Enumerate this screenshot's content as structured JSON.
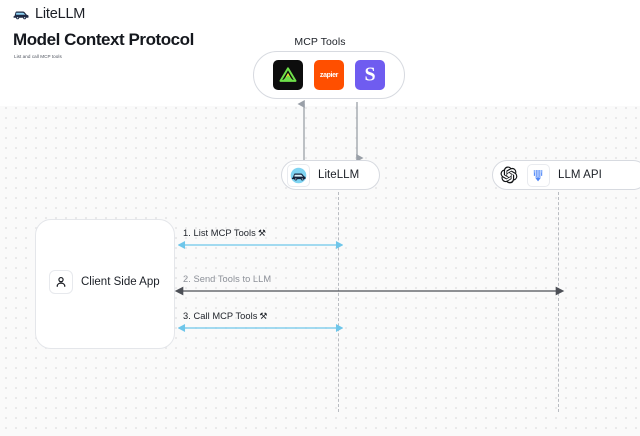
{
  "brand": {
    "name": "LiteLLM",
    "logo_icon": "litellm-car-logo"
  },
  "header": {
    "title": "Model Context Protocol",
    "subtitle": "List and call MCP tools"
  },
  "diagram": {
    "type": "sequence-diagram",
    "mcp_group": {
      "label": "MCP Tools",
      "tools": [
        {
          "id": "tool-1",
          "name": "dark-triangle-tool",
          "icon": "triangle-glyph",
          "bg": "#0d0d0d",
          "fg": "#8ee04e"
        },
        {
          "id": "tool-2",
          "name": "zapier",
          "icon": "zapier-wordmark",
          "label": "zapier",
          "bg": "#ff4f00",
          "fg": "#ffffff"
        },
        {
          "id": "tool-3",
          "name": "slack-s",
          "icon": "letter-s-glyph",
          "label": "S",
          "bg": "#6f5cf0",
          "fg": "#ffffff"
        }
      ]
    },
    "nodes": [
      {
        "id": "litellm",
        "label": "LiteLLM",
        "icons": [
          "litellm-car-logo"
        ]
      },
      {
        "id": "llm-api",
        "label": "LLM API",
        "icons": [
          "openai-logo",
          "gemini-logo"
        ]
      },
      {
        "id": "client-app",
        "label": "Client Side App",
        "icons": [
          "user-person-icon"
        ]
      }
    ],
    "messages": [
      {
        "index": "1.",
        "text": "1. List MCP Tools",
        "emoji": "⚒",
        "color": "#6ec6ea",
        "direction": "bidirectional",
        "from": "client-app",
        "to": "litellm"
      },
      {
        "index": "2.",
        "text": "2. Send Tools to LLM",
        "emoji": "",
        "color": "#4c4f56",
        "direction": "bidirectional",
        "from": "client-app",
        "to": "llm-api"
      },
      {
        "index": "3.",
        "text": "3. Call MCP Tools",
        "emoji": "⚒",
        "color": "#6ec6ea",
        "direction": "bidirectional",
        "from": "client-app",
        "to": "litellm"
      }
    ],
    "connectors": [
      {
        "id": "tools-to-litellm-up",
        "direction": "up",
        "color": "#9aa0a8"
      },
      {
        "id": "litellm-to-tools-down",
        "direction": "down",
        "color": "#9aa0a8"
      }
    ],
    "colors": {
      "canvas_bg": "#fafafa",
      "grid_dot": "#e3e3e5",
      "accent_cyan": "#6ec6ea",
      "line_dark": "#4c4f56",
      "lifeline": "#b9bcc2",
      "border": "#d7dae0"
    }
  }
}
